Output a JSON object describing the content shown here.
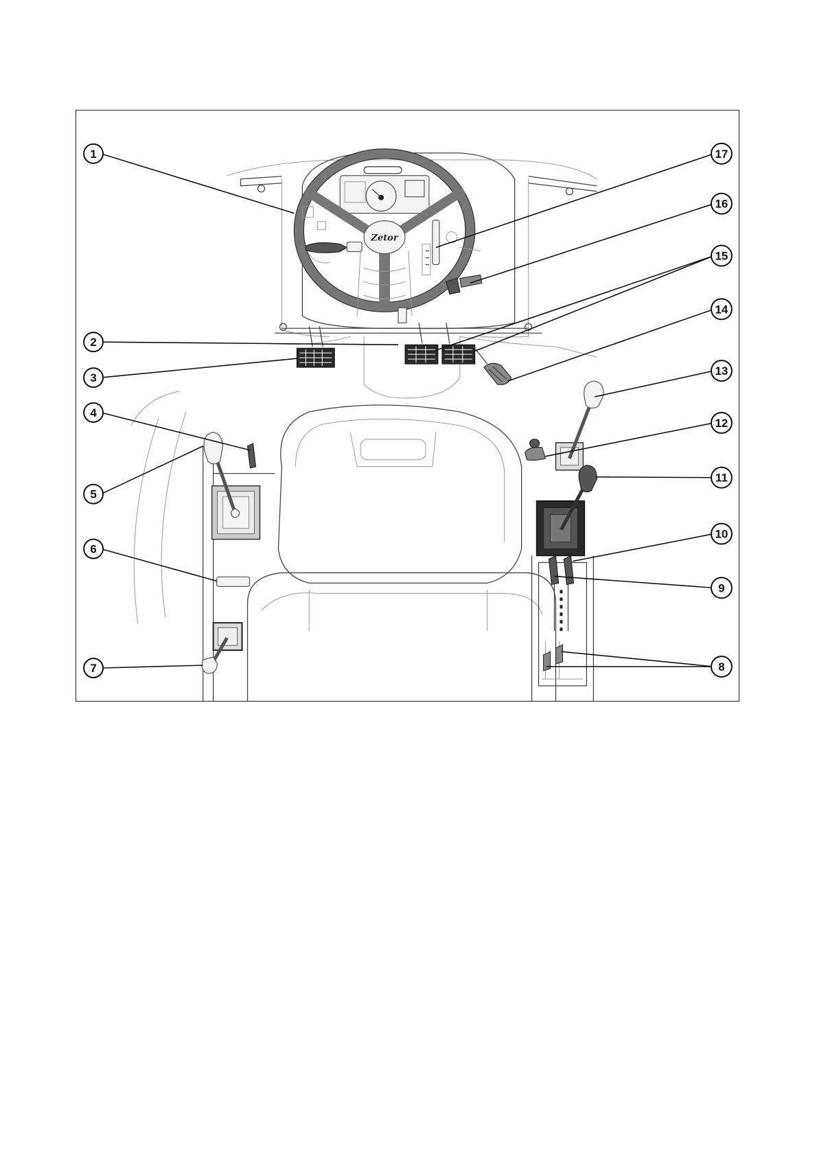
{
  "figure": {
    "logo_text": "Zetor",
    "callouts": [
      {
        "label": "1"
      },
      {
        "label": "2"
      },
      {
        "label": "3"
      },
      {
        "label": "4"
      },
      {
        "label": "5"
      },
      {
        "label": "6"
      },
      {
        "label": "7"
      },
      {
        "label": "17"
      },
      {
        "label": "16"
      },
      {
        "label": "15"
      },
      {
        "label": "14"
      },
      {
        "label": "13"
      },
      {
        "label": "12"
      },
      {
        "label": "11"
      },
      {
        "label": "10"
      },
      {
        "label": "9"
      },
      {
        "label": "8"
      }
    ]
  }
}
